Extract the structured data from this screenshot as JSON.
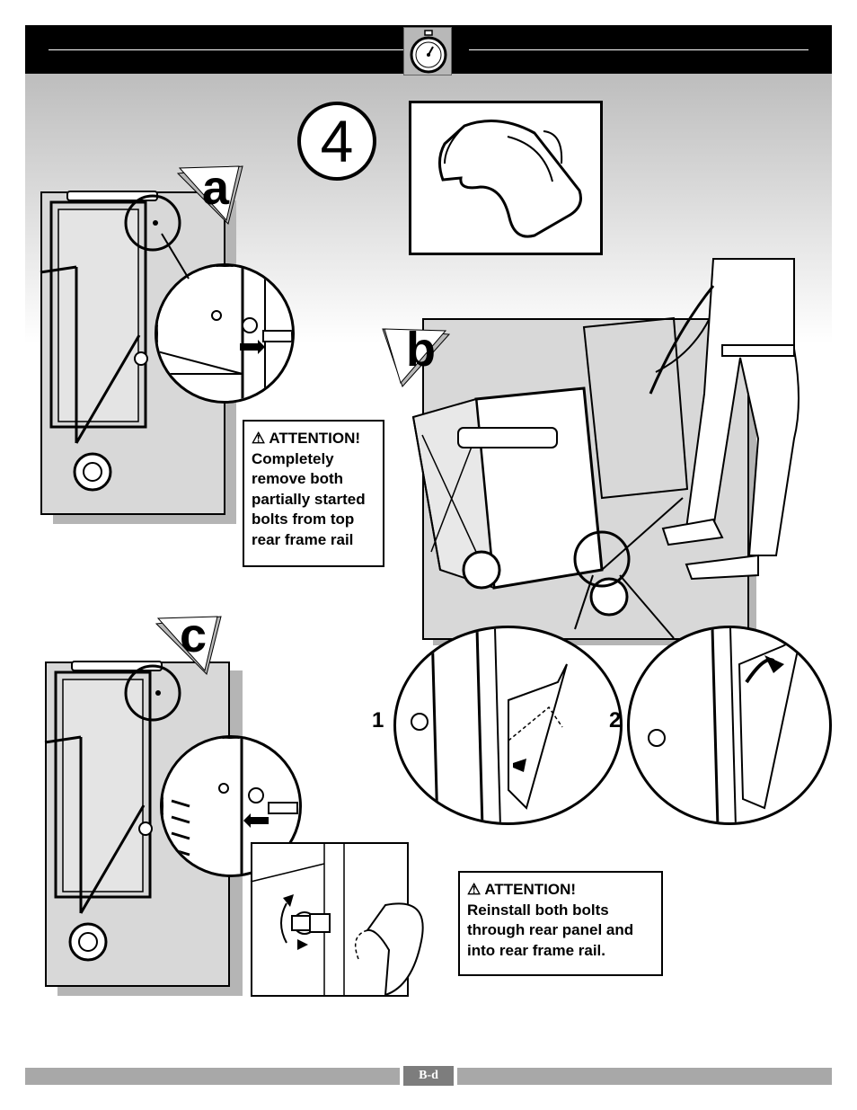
{
  "step": {
    "number": "4"
  },
  "sub_steps": {
    "a": "a",
    "b": "b",
    "c": "c"
  },
  "callouts": {
    "one": "1",
    "two": "2"
  },
  "attention_a": {
    "heading": "ATTENTION!",
    "lines": [
      "Completely",
      "remove both",
      "partially started",
      "bolts from top",
      "rear frame rail"
    ]
  },
  "attention_c": {
    "heading": "ATTENTION!",
    "lines": [
      "Reinstall both bolts",
      "through rear panel and",
      "into rear frame rail."
    ]
  },
  "footer": {
    "page_label": "B-d"
  },
  "icons": {
    "timer": "stopwatch-icon",
    "warning": "warning-triangle-icon"
  },
  "colors": {
    "header": "#000000",
    "panel": "#d8d8d8",
    "footer": "#a8a8a8"
  }
}
